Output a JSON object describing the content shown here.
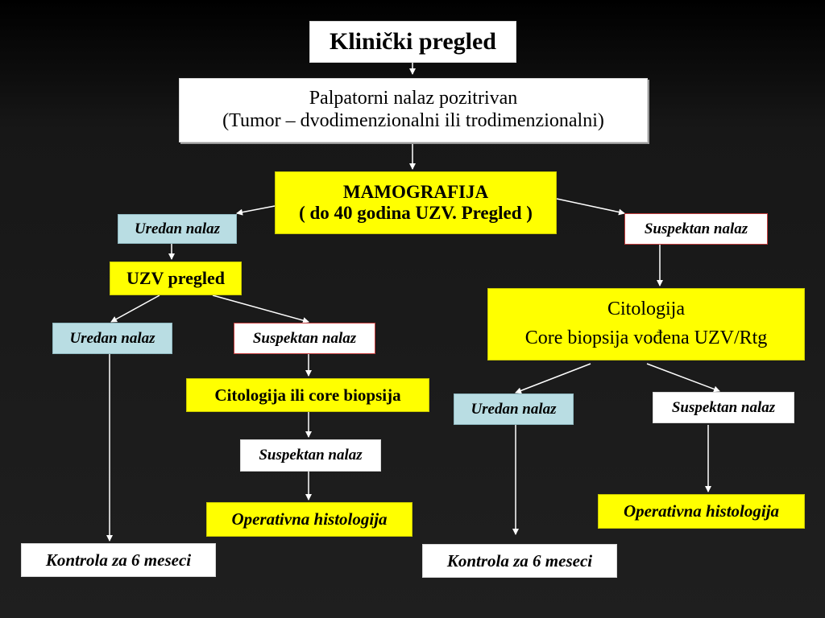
{
  "diagram": {
    "nodes": {
      "klinicki": {
        "text": "Klinički pregled"
      },
      "palpatorni": {
        "line1": "Palpatorni nalaz pozitrivan",
        "line2": "(Tumor – dvodimenzionalni ili trodimenzionalni)"
      },
      "mamografija": {
        "line1": "MAMOGRAFIJA",
        "line2": "( do 40 godina UZV. Pregled )"
      },
      "uredan_1": {
        "text": "Uredan nalaz"
      },
      "suspektan_1": {
        "text": "Suspektan nalaz"
      },
      "uzv_pregled": {
        "text": "UZV pregled"
      },
      "uredan_2": {
        "text": "Uredan nalaz"
      },
      "suspektan_2": {
        "text": "Suspektan nalaz"
      },
      "citologija_core": {
        "line1": "Citologija",
        "line2": "Core biopsija vođena UZV/Rtg"
      },
      "citologija_ili": {
        "text": "Citologija ili core biopsija"
      },
      "uredan_3": {
        "text": "Uredan nalaz"
      },
      "suspektan_3": {
        "text": "Suspektan nalaz"
      },
      "suspektan_4": {
        "text": "Suspektan nalaz"
      },
      "operativna_1": {
        "text": "Operativna histologija"
      },
      "operativna_2": {
        "text": "Operativna histologija"
      },
      "kontrola_1": {
        "text": "Kontrola za 6 meseci"
      },
      "kontrola_2": {
        "text": "Kontrola za 6 meseci"
      }
    },
    "connectors": [
      [
        "klinicki",
        "palpatorni"
      ],
      [
        "palpatorni",
        "mamografija"
      ],
      [
        "mamografija",
        "uredan_1"
      ],
      [
        "mamografija",
        "suspektan_1"
      ],
      [
        "uredan_1",
        "uzv_pregled"
      ],
      [
        "uzv_pregled",
        "uredan_2"
      ],
      [
        "uzv_pregled",
        "suspektan_2"
      ],
      [
        "suspektan_2",
        "citologija_ili"
      ],
      [
        "citologija_ili",
        "suspektan_4"
      ],
      [
        "suspektan_4",
        "operativna_1"
      ],
      [
        "uredan_2",
        "kontrola_1"
      ],
      [
        "suspektan_1",
        "citologija_core"
      ],
      [
        "citologija_core",
        "uredan_3"
      ],
      [
        "citologija_core",
        "suspektan_3"
      ],
      [
        "uredan_3",
        "kontrola_2"
      ],
      [
        "suspektan_3",
        "operativna_2"
      ]
    ],
    "colors": {
      "background": "#1c1c1c",
      "box_white": "#ffffff",
      "box_yellow": "#ffff00",
      "box_blue": "#b9dde3",
      "arrow": "#ffffff"
    }
  }
}
